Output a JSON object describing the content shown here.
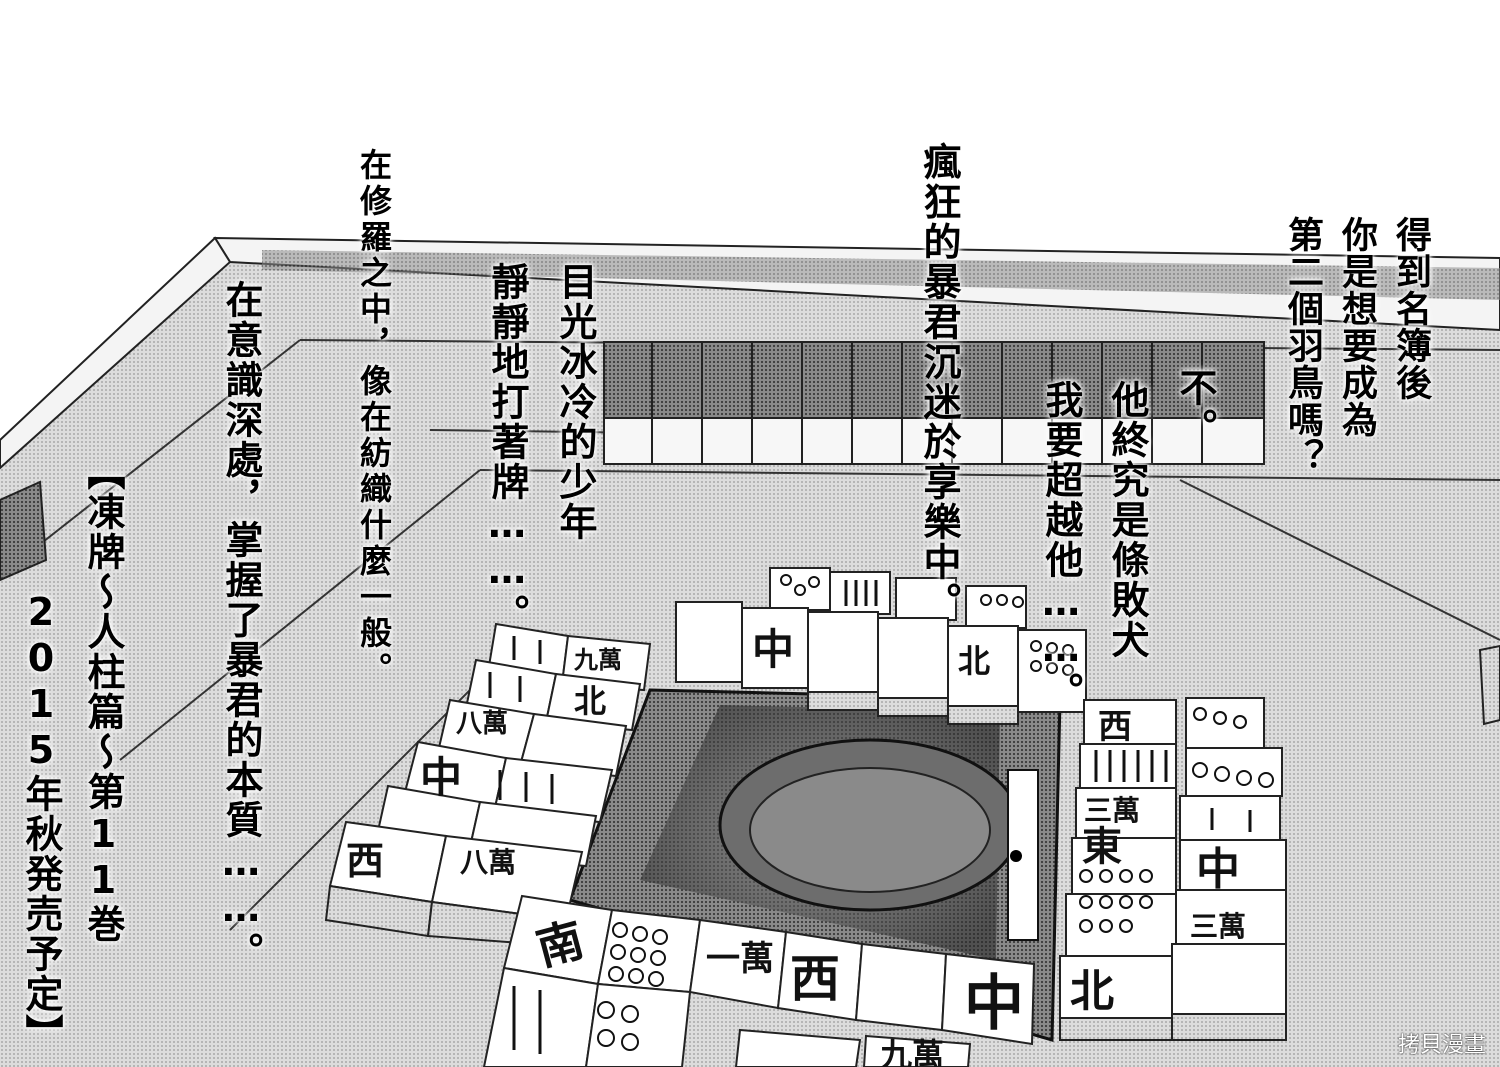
{
  "bubbles": {
    "b1": "得到名簿後",
    "b2": "你是想要成為",
    "b3": "第二個羽鳥嗎？",
    "b4": "不。",
    "b5": "他終究是條敗犬",
    "b6": "我要超越他……。",
    "b7": "瘋狂的暴君沉迷於享樂中。",
    "b8": "目光冰冷的少年",
    "b9": "靜靜地打著牌……。",
    "b10": "在修羅之中，像在紡織什麼一般。",
    "b11": "在意識深處，掌握了暴君的本質……。"
  },
  "announcement": {
    "title": "【凍牌～人柱篇～第11巻",
    "release": "2015年秋発売予定】"
  },
  "tiles": {
    "chun": "中",
    "sha": "西",
    "pei": "北",
    "nan": "南",
    "ton": "東",
    "ichi_man": "一萬",
    "san_man": "三萬",
    "hachi_man": "八萬",
    "kyu_man": "九萬"
  },
  "watermark": "拷貝漫畫"
}
